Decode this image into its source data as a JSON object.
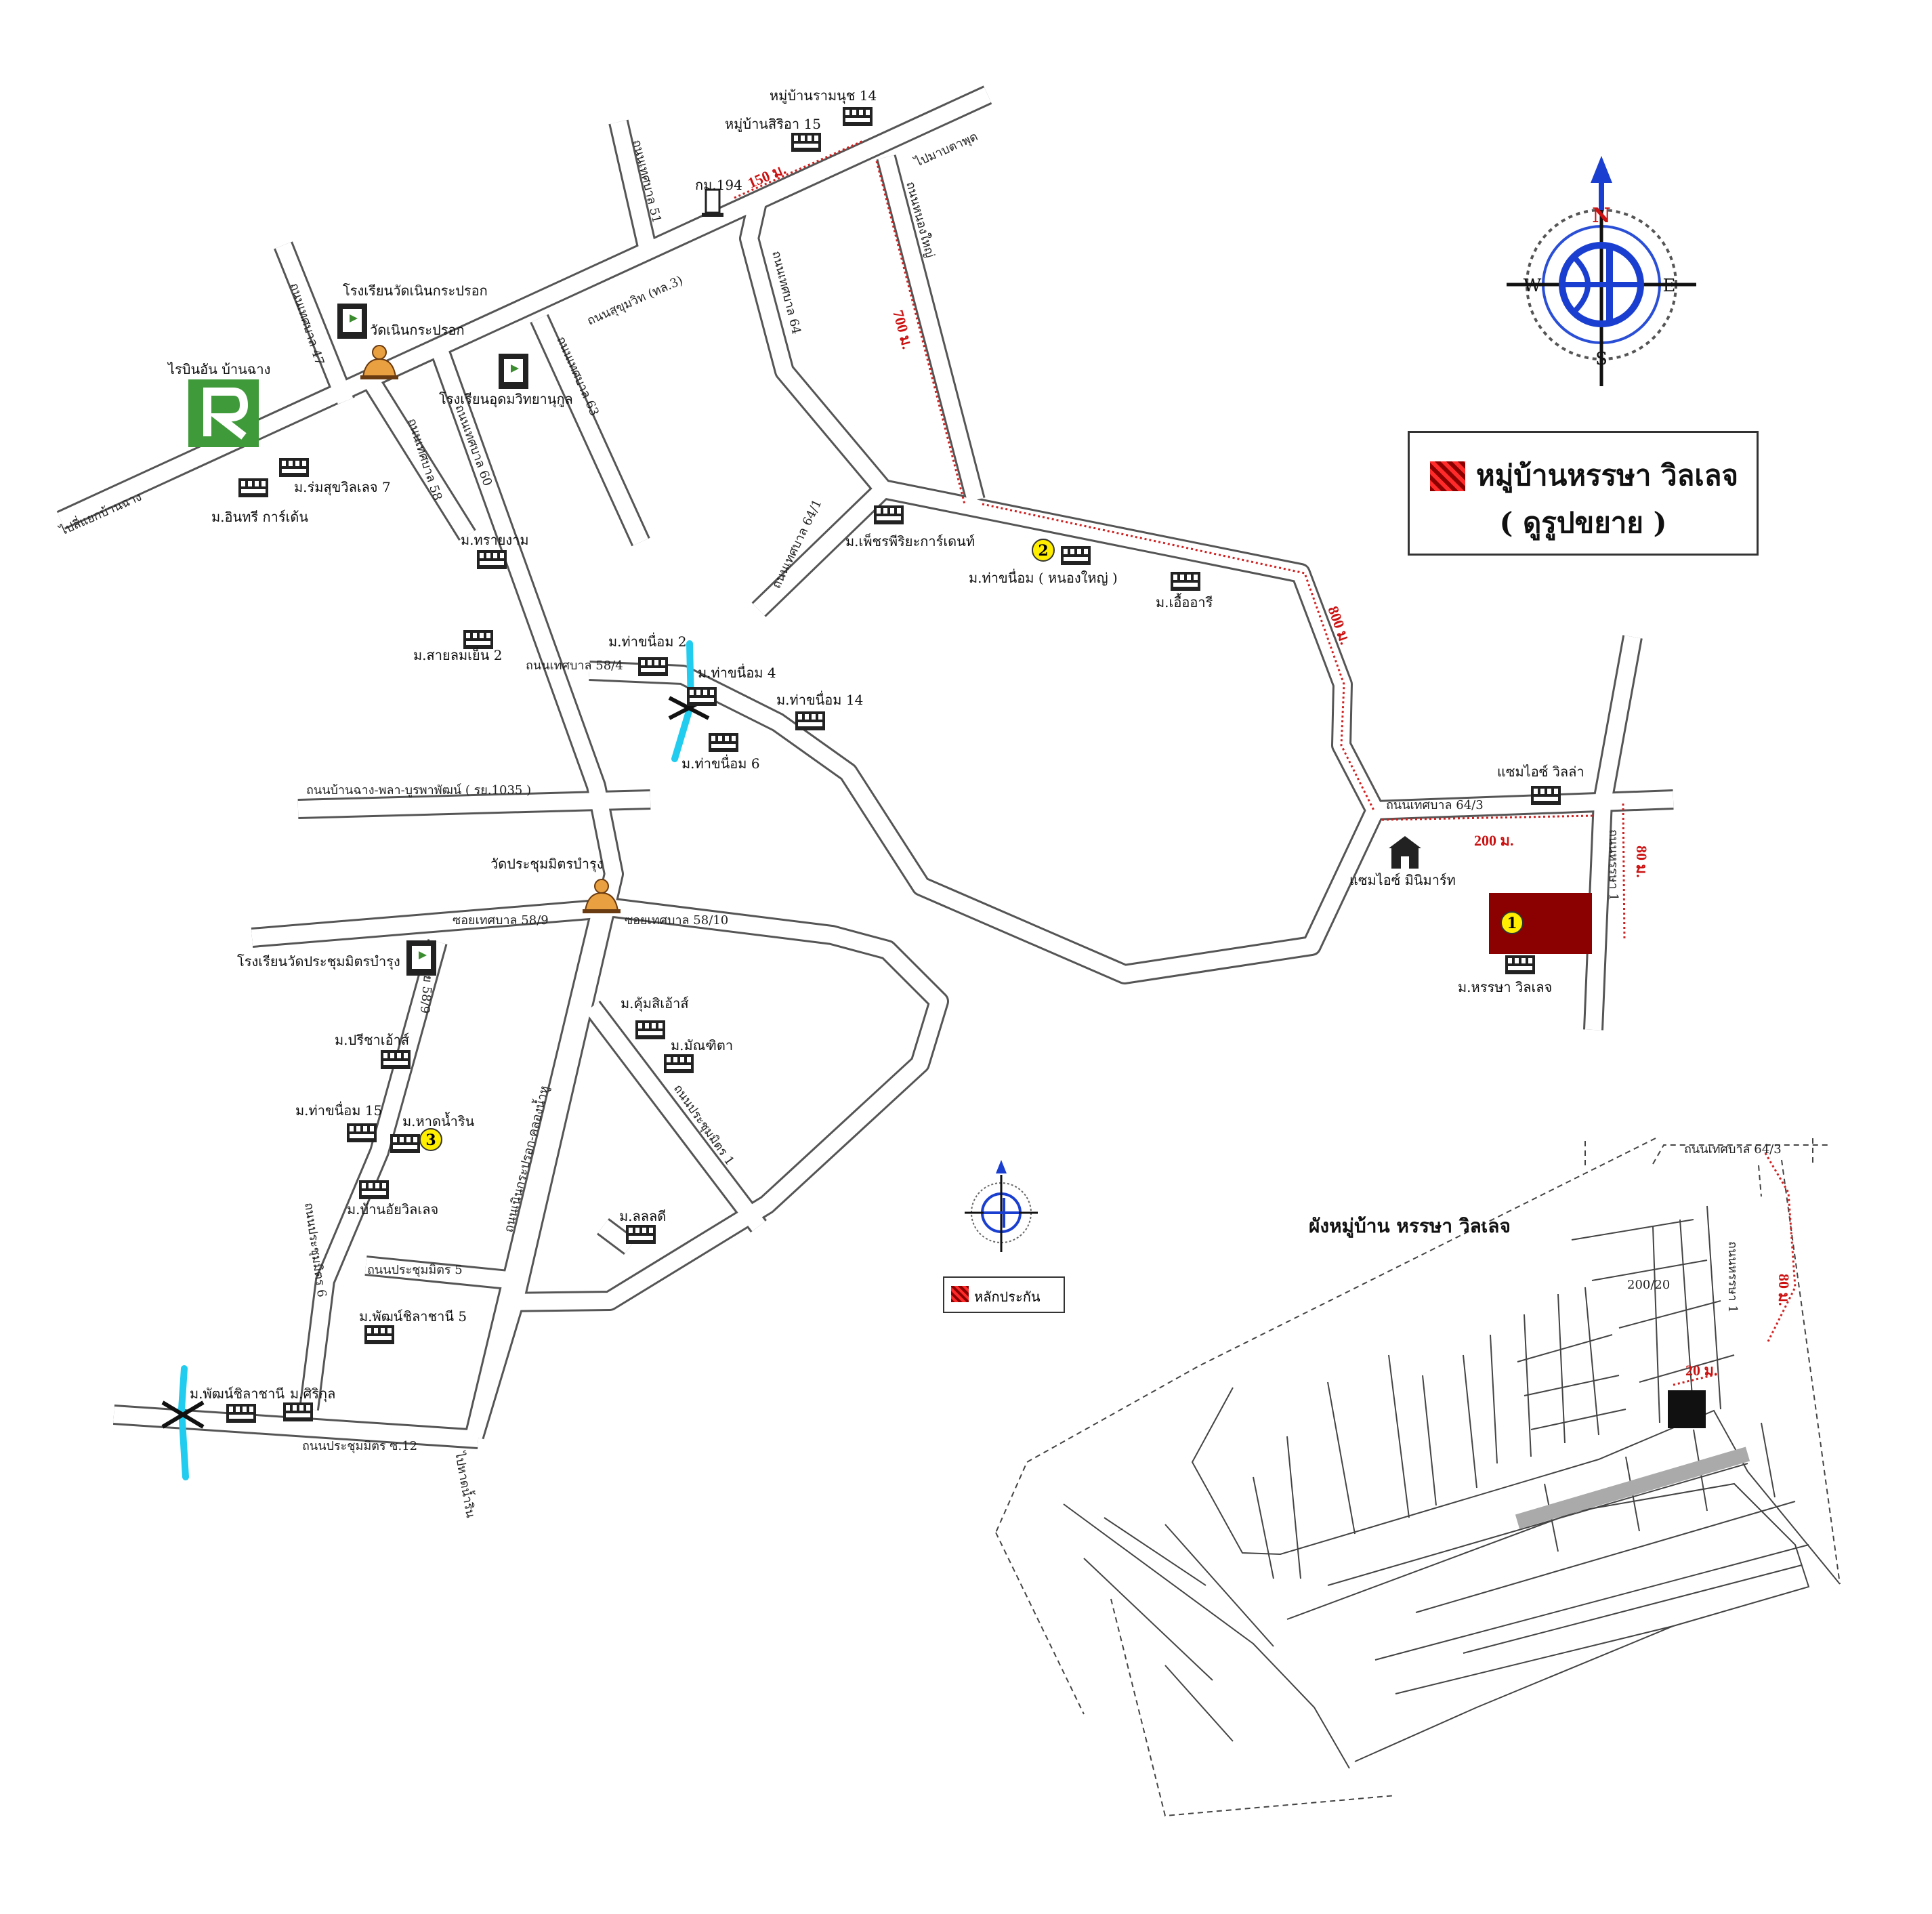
{
  "legend": {
    "title": "หมู่บ้านหรรษา วิลเลจ",
    "subtitle": "( ดูรูปขยาย )",
    "swatch_color": "#8b0000"
  },
  "small_legend": {
    "label": "หลักประกัน"
  },
  "compass": {
    "north": "N",
    "south": "S",
    "east": "E",
    "west": "W"
  },
  "plan_title": "ผังหมู่บ้าน หรรษา วิลเลจ",
  "places": {
    "village_14": "หมู่บ้านรามนุช 14",
    "village_15": "หมู่บ้านสิริอา 15",
    "km194": "กม.194",
    "school_wat_noen": "โรงเรียนวัดเนินกระปรอก",
    "wat_noen": "วัดเนินกระปรอก",
    "rayong_resort": "ไรบินอัน บ้านฉาง",
    "rom_sukh": "ม.ร่มสุขวิลเลจ 7",
    "inthri": "ม.อินทรี การ์เด้น",
    "school_udom": "โรงเรียนอุดมวิทยานุกูล",
    "sai_ngam": "ม.ทรายงาม",
    "phet": "ม.เพ็ชรพีริยะการ์เดนท์",
    "nong_yai": "ม.ท่าขนื่อม ( หนองใหญ่ )",
    "yuarai": "ม.เอื้ออารี",
    "sai_lom": "ม.สายลมเย็น 2",
    "tha_2": "ม.ท่าขนื่อม 2",
    "tha_4": "ม.ท่าขนื่อม 4",
    "tha_14": "ม.ท่าขนื่อม 14",
    "tha_6": "ม.ท่าขนื่อม 6",
    "sammai_villa": "แซมไอซ์ วิลล่า",
    "sammai_mart": "แซมไอซ์ มินิมาร์ท",
    "hansa": "ม.หรรษา วิลเลจ",
    "wat_prachum": "วัดประชุมมิตรบำรุง",
    "school_prachum": "โรงเรียนวัดประชุมมิตรบำรุง",
    "pricha": "ม.ปรีชาเอ้าส์",
    "tha_15": "ม.ท่าขนื่อม 15",
    "talay_rin": "ม.หาดน้ำริน",
    "ban_asai": "ม.บ้านอัยวิลเลจ",
    "kumsirat": "ม.คุ้มสิเอ้าส์",
    "mansika": "ม.มัณฑิตา",
    "lakshmi": "ม.ลลลดี",
    "khunkaew_5": "ม.พัฒน์ชิลาชานี 5",
    "khunkaew": "ม.พัฒน์ชิลาชานี",
    "sirikul": "ม.ศิริกุล",
    "marker_1": "1",
    "marker_2": "2",
    "marker_3": "3"
  },
  "roads": {
    "sukhumvit": "ถนนสุขุมวิท (ทล.3)",
    "to_banchang": "ไปสี่แยกบ้านฉาง",
    "to_mabtaphut": "ไปมาบตาพุด",
    "soi_47": "ถนนเทศบาล 47",
    "soi_51": "ถนนเทศบาล 51",
    "nong_yai_rd": "ถนนหนองใหญ่",
    "soi_64": "ถนนเทศบาล 64",
    "soi_63": "ถนนเทศบาล 63",
    "soi_60": "ถนนเทศบาล 60",
    "soi_58": "ถนนเทศบาล 58",
    "soi_64_1": "ถนนเทศบาล 64/1",
    "soi_58_4": "ถนนเทศบาล 58/4",
    "rd_1035": "ถนนบ้านฉาง-พลา-บูรพาพัฒน์ ( รย.1035 )",
    "soi_64_3": "ถนนเทศบาล 64/3",
    "soi_64_3_small": "ถนนเทศบาล 64/3",
    "hansa_rd": "ถนนหรรษา 1",
    "soi_58_9": "ซอยเทศบาล 58/9",
    "soi_58_10": "ซอยเทศบาล 58/10",
    "soi_58_9_side": "ซอย 58/9",
    "prachum_1": "ถนนประชุมมิตร 1",
    "prachum_5": "ถนนประชุมมิตร 5",
    "prachum_6": "ถนนประชุมมิตร 6",
    "prachum_12": "ถนนประชุมมิตร ซ.12",
    "noen_khlong": "ถนนเนินกระปรอก-คลองน้ำหู",
    "to_hat": "ไปหาดน้ำริน",
    "plan_lot": "200/20"
  },
  "distances": {
    "d150": "150 ม.",
    "d700": "700 ม.",
    "d800": "800 ม.",
    "d200": "200 ม.",
    "d80": "80 ม.",
    "d80_small": "80 ม.",
    "d20_small": "20 ม."
  },
  "colors": {
    "marker": "#ffee00",
    "property": "#8b0000",
    "river": "#22ccee",
    "distance": "#cc1111",
    "compass": "#1a3fd0"
  }
}
